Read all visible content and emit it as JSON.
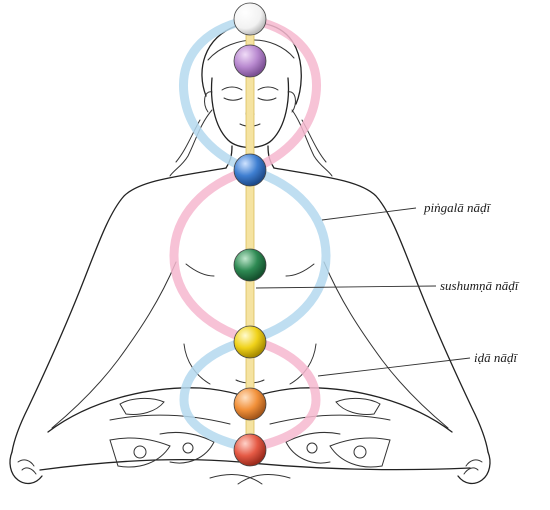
{
  "labels": {
    "pingala": "piṅgalā nāḍī",
    "sushumna": "sushumṇā nāḍī",
    "ida": "iḍā nāḍī"
  },
  "colors": {
    "pingala_channel": "#f6b8cf",
    "ida_channel": "#b5d9ef",
    "sushumna_channel": "#f5e3a1",
    "chakra_crown": "#ffffff",
    "chakra_brow": "#b98ad0",
    "chakra_throat": "#3f7fd1",
    "chakra_heart": "#2e8a53",
    "chakra_solar": "#f0d21a",
    "chakra_sacral": "#f2913a",
    "chakra_root": "#e55a45"
  }
}
